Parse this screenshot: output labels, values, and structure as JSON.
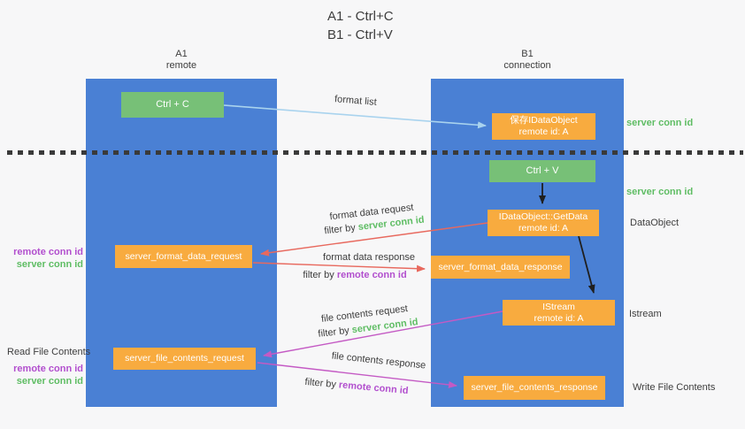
{
  "title": {
    "line1": "A1 - Ctrl+C",
    "line2": "B1 - Ctrl+V"
  },
  "lanes": {
    "left": {
      "header_line1": "A1",
      "header_line2": "remote"
    },
    "right": {
      "header_line1": "B1",
      "header_line2": "connection"
    }
  },
  "nodes": {
    "ctrl_c": "Ctrl + C",
    "ctrl_v": "Ctrl + V",
    "save_idataobject": {
      "line1": "保存IDataObject",
      "line2": "remote id: A"
    },
    "getdata": {
      "line1": "IDataObject::GetData",
      "line2": "remote id: A"
    },
    "istream": {
      "line1": "IStream",
      "line2": "remote id: A"
    },
    "server_format_data_request": "server_format_data_request",
    "server_format_data_response": "server_format_data_response",
    "server_file_contents_request": "server_file_contents_request",
    "server_file_contents_response": "server_file_contents_response"
  },
  "labels": {
    "format_list": "format list",
    "format_data_request": "format data request",
    "format_data_response": "format data response",
    "file_contents_request": "file contents request",
    "file_contents_response": "file contents response",
    "filter_by": "filter by ",
    "server_conn_id": "server conn id",
    "remote_conn_id": "remote conn id",
    "dataobject": "DataObject",
    "istream": "Istream",
    "read_file_contents": "Read File Contents",
    "write_file_contents": "Write File Contents"
  },
  "colors": {
    "lane_blue": "#4a80d4",
    "node_orange": "#f8ab3f",
    "node_green": "#77c077",
    "server_conn_id_green": "#5fbd64",
    "remote_conn_id_purple": "#b24fce",
    "request_arrow_red": "#e8695e",
    "contents_arrow_magenta": "#c45ac4",
    "format_list_arrow_blue": "#a9d3ee",
    "black_arrow": "#1f1f1f",
    "text_dark": "#3d3d3d",
    "background": "#f7f7f8"
  }
}
